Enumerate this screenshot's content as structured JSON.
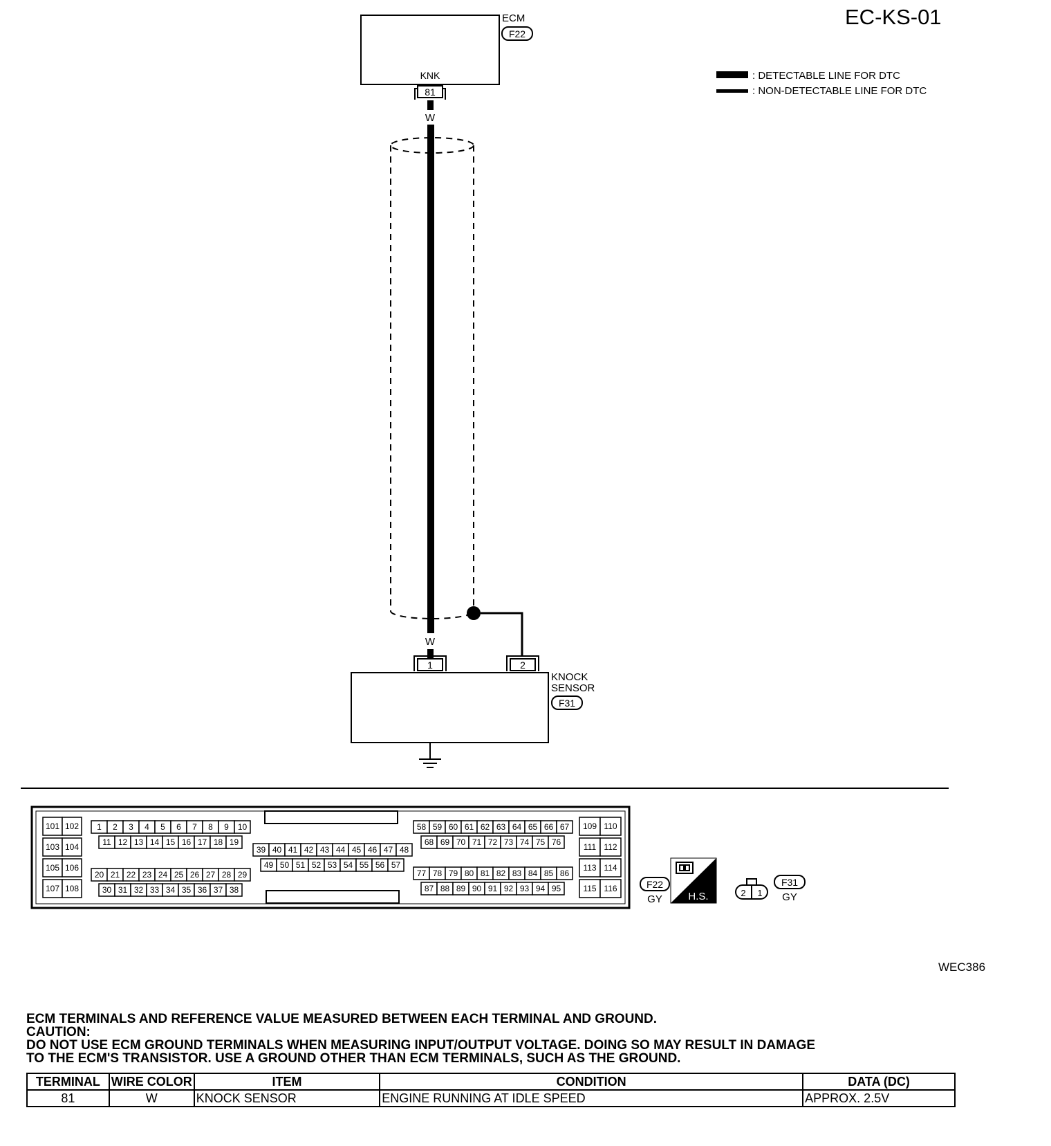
{
  "page_code": "EC-KS-01",
  "figure_code": "WEC386",
  "legend": {
    "detectable": ": DETECTABLE LINE FOR DTC",
    "non_detectable": ": NON-DETECTABLE LINE FOR DTC"
  },
  "ecm": {
    "label": "ECM",
    "connector": "F22",
    "signal": "KNK",
    "terminal": "81"
  },
  "wire": {
    "color_top": "W",
    "color_bottom": "W"
  },
  "knock_sensor": {
    "label_line1": "KNOCK",
    "label_line2": "SENSOR",
    "connector": "F31",
    "terminal_1": "1",
    "terminal_2": "2"
  },
  "connector_face": {
    "left_pairs": [
      [
        "101",
        "102"
      ],
      [
        "103",
        "104"
      ],
      [
        "105",
        "106"
      ],
      [
        "107",
        "108"
      ]
    ],
    "row_a": [
      "1",
      "2",
      "3",
      "4",
      "5",
      "6",
      "7",
      "8",
      "9",
      "10"
    ],
    "row_b": [
      "11",
      "12",
      "13",
      "14",
      "15",
      "16",
      "17",
      "18",
      "19"
    ],
    "row_c": [
      "20",
      "21",
      "22",
      "23",
      "24",
      "25",
      "26",
      "27",
      "28",
      "29"
    ],
    "row_d": [
      "30",
      "31",
      "32",
      "33",
      "34",
      "35",
      "36",
      "37",
      "38"
    ],
    "mid_top": [
      "39",
      "40",
      "41",
      "42",
      "43",
      "44",
      "45",
      "46",
      "47",
      "48"
    ],
    "mid_bottom": [
      "49",
      "50",
      "51",
      "52",
      "53",
      "54",
      "55",
      "56",
      "57"
    ],
    "row_e": [
      "58",
      "59",
      "60",
      "61",
      "62",
      "63",
      "64",
      "65",
      "66",
      "67"
    ],
    "row_f": [
      "68",
      "69",
      "70",
      "71",
      "72",
      "73",
      "74",
      "75",
      "76"
    ],
    "row_g": [
      "77",
      "78",
      "79",
      "80",
      "81",
      "82",
      "83",
      "84",
      "85",
      "86"
    ],
    "row_h": [
      "87",
      "88",
      "89",
      "90",
      "91",
      "92",
      "93",
      "94",
      "95"
    ],
    "right_pairs": [
      [
        "109",
        "110"
      ],
      [
        "111",
        "112"
      ],
      [
        "113",
        "114"
      ],
      [
        "115",
        "116"
      ]
    ]
  },
  "connector_refs": {
    "f22_code": "F22",
    "f22_color": "GY",
    "hs_label": "H.S.",
    "f31_code": "F31",
    "f31_color": "GY",
    "f31_pin2": "2",
    "f31_pin1": "1"
  },
  "notes": {
    "line1": "ECM TERMINALS AND REFERENCE VALUE MEASURED BETWEEN EACH TERMINAL AND GROUND.",
    "line2": "CAUTION:",
    "line3": "DO NOT USE ECM GROUND TERMINALS WHEN MEASURING INPUT/OUTPUT VOLTAGE. DOING SO MAY RESULT IN DAMAGE",
    "line4": "TO THE ECM'S TRANSISTOR. USE A GROUND OTHER THAN ECM TERMINALS, SUCH AS THE GROUND."
  },
  "table": {
    "headers": [
      "TERMINAL",
      "WIRE COLOR",
      "ITEM",
      "CONDITION",
      "DATA (DC)"
    ],
    "rows": [
      [
        "81",
        "W",
        "KNOCK SENSOR",
        "ENGINE RUNNING AT IDLE SPEED",
        "APPROX. 2.5V"
      ]
    ]
  }
}
